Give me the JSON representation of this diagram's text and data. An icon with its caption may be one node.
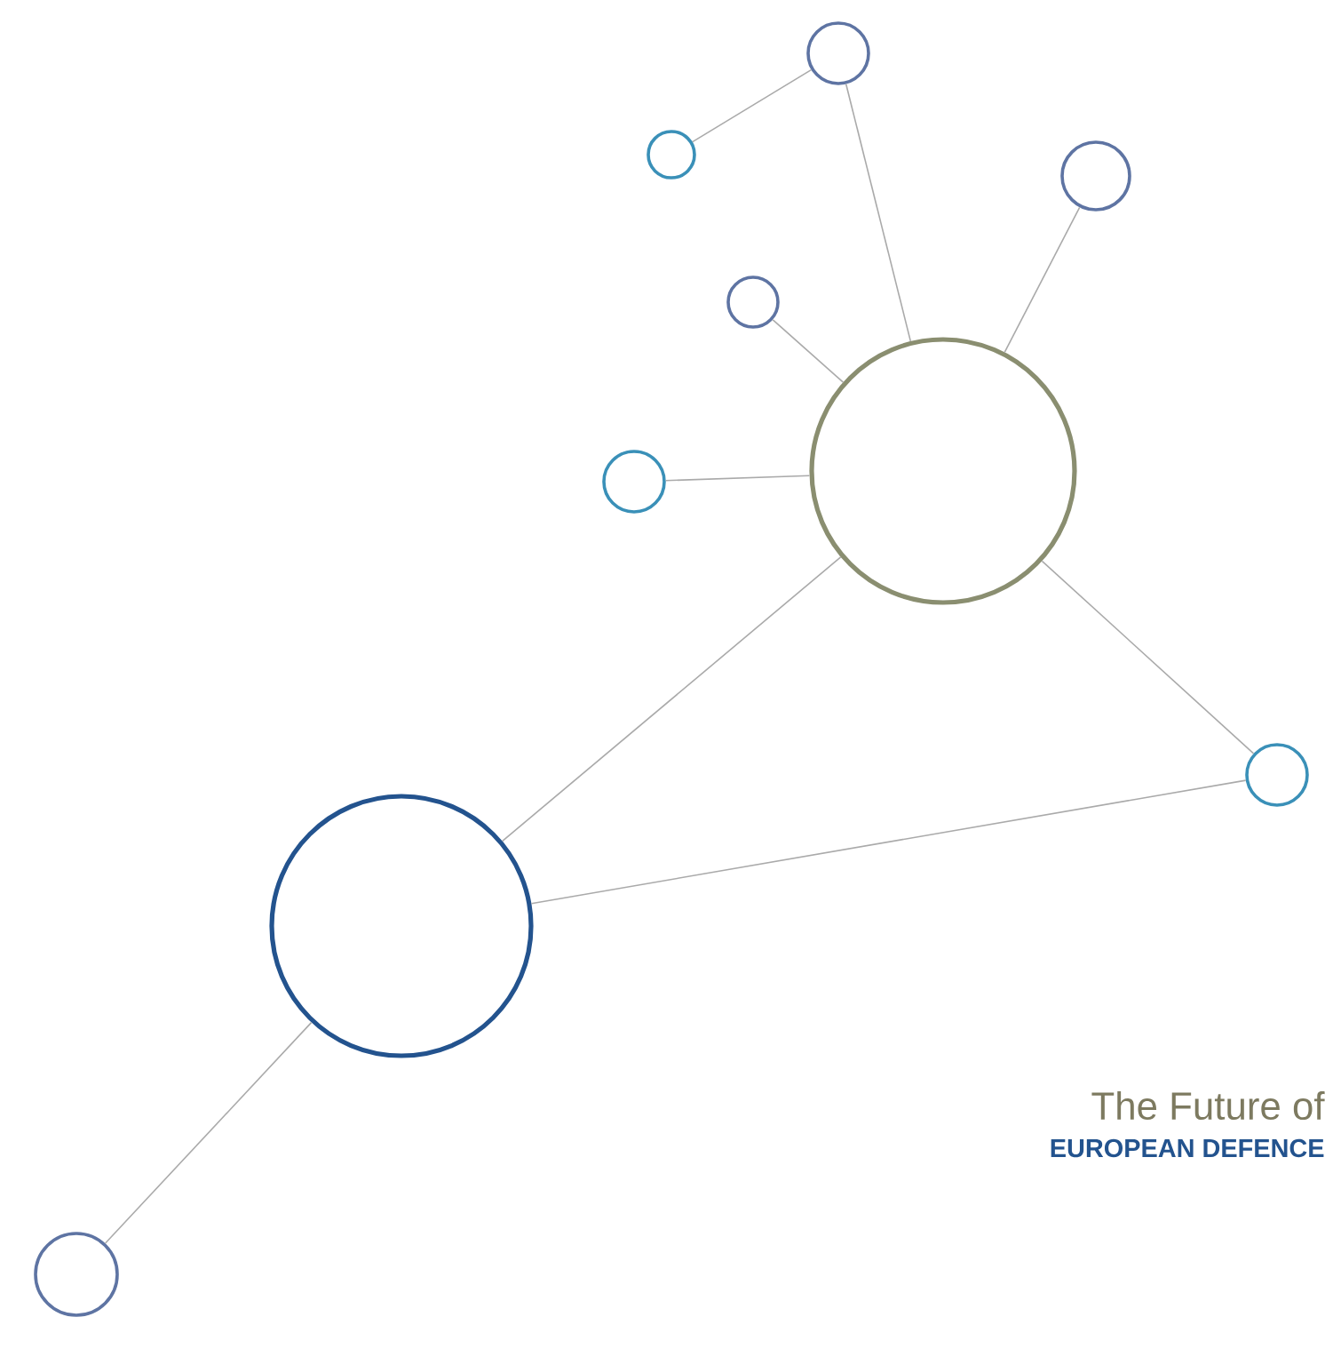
{
  "diagram": {
    "nodes": [
      {
        "text": [],
        "shape": "circle"
      },
      {
        "text": [],
        "shape": "circle"
      },
      {
        "text": [],
        "shape": "circle"
      },
      {
        "text": [],
        "shape": "circle"
      },
      {
        "text": [],
        "shape": "circle"
      },
      {
        "text": [],
        "shape": "circle"
      },
      {
        "text": [],
        "shape": "circle"
      },
      {
        "text": [],
        "shape": "circle"
      },
      {
        "text": [],
        "shape": "circle"
      }
    ],
    "edges": [
      {
        "from": 1,
        "to": 0,
        "arrow": "none"
      },
      {
        "from": 0,
        "to": 4,
        "arrow": "none"
      },
      {
        "from": 2,
        "to": 4,
        "arrow": "none"
      },
      {
        "from": 3,
        "to": 4,
        "arrow": "none"
      },
      {
        "from": 5,
        "to": 4,
        "arrow": "none"
      },
      {
        "from": 4,
        "to": 6,
        "arrow": "none"
      },
      {
        "from": 4,
        "to": 7,
        "arrow": "none"
      },
      {
        "from": 7,
        "to": 6,
        "arrow": "none"
      },
      {
        "from": 7,
        "to": 8,
        "arrow": "none"
      }
    ],
    "labels": [
      "The Future of",
      "EUROPEAN DEFENCE"
    ]
  }
}
